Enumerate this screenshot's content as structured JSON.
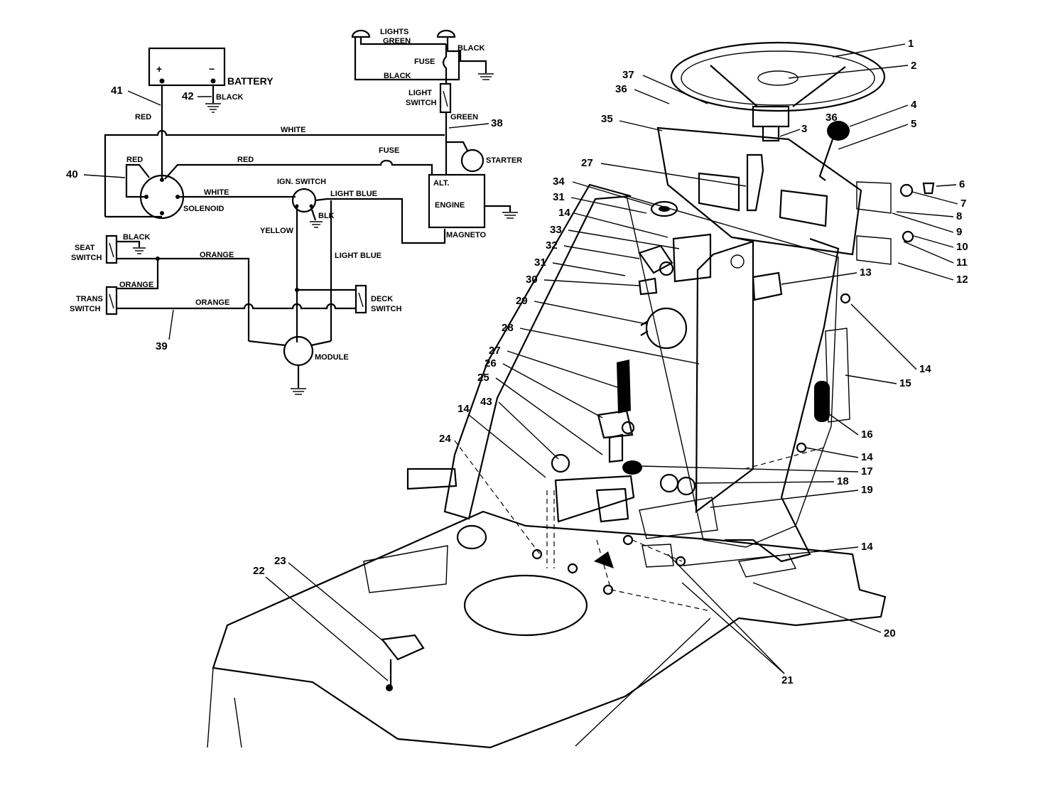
{
  "schematic": {
    "lights": "LIGHTS",
    "green_top": "GREEN",
    "black_right": "BLACK",
    "fuse_top": "FUSE",
    "black_mid": "BLACK",
    "light_switch_1": "LIGHT",
    "light_switch_2": "SWITCH",
    "green_low": "GREEN",
    "battery": "BATTERY",
    "plus": "+",
    "minus": "−",
    "black_batt": "BLACK",
    "red_left": "RED",
    "white_top": "WHITE",
    "red_sol": "RED",
    "red_mid": "RED",
    "fuse_mid": "FUSE",
    "starter": "STARTER",
    "ign_switch": "IGN. SWITCH",
    "white_mid": "WHITE",
    "light_blue_1": "LIGHT BLUE",
    "blk": "BLK",
    "alt": "ALT.",
    "engine": "ENGINE",
    "magneto": "MAGNETO",
    "solenoid": "SOLENOID",
    "yellow": "YELLOW",
    "seat_switch_1": "SEAT",
    "seat_switch_2": "SWITCH",
    "black_seat": "BLACK",
    "orange_1": "ORANGE",
    "light_blue_2": "LIGHT BLUE",
    "orange_trans": "ORANGE",
    "trans_switch_1": "TRANS",
    "trans_switch_2": "SWITCH",
    "orange_2": "ORANGE",
    "deck_switch_1": "DECK",
    "deck_switch_2": "SWITCH",
    "module": "MODULE"
  },
  "callouts": {
    "n41": "41",
    "n42": "42",
    "n40": "40",
    "n38": "38",
    "n39": "39",
    "n1": "1",
    "n2": "2",
    "n37": "37",
    "n36a": "36",
    "n36b": "36",
    "n35": "35",
    "n3": "3",
    "n4": "4",
    "n5": "5",
    "n6": "6",
    "n7": "7",
    "n8": "8",
    "n9": "9",
    "n10": "10",
    "n11": "11",
    "n12": "12",
    "n13": "13",
    "n27a": "27",
    "n34": "34",
    "n31a": "31",
    "n14a": "14",
    "n33": "33",
    "n32": "32",
    "n31b": "31",
    "n30": "30",
    "n29": "29",
    "n28": "28",
    "n14b": "14",
    "n15": "15",
    "n16": "16",
    "n27b": "27",
    "n26": "26",
    "n25": "25",
    "n14c": "14",
    "n43": "43",
    "n24": "24",
    "n14d": "14",
    "n17": "17",
    "n18": "18",
    "n19": "19",
    "n14e": "14",
    "n23": "23",
    "n22": "22",
    "n20": "20",
    "n21": "21"
  }
}
